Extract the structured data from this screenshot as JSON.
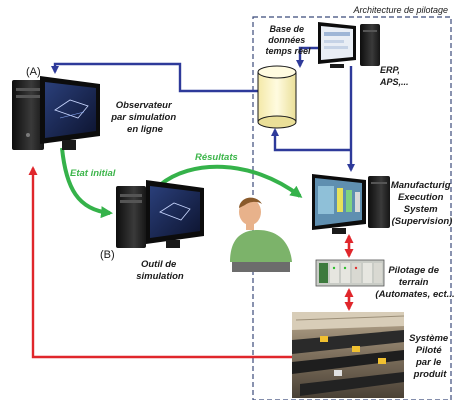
{
  "title": "Architecture de pilotage",
  "nodes": {
    "observateur": {
      "tag": "(A)",
      "lines": [
        "Observateur",
        "par simulation",
        "en ligne"
      ]
    },
    "outil": {
      "tag": "(B)",
      "lines": [
        "Outil de",
        "simulation"
      ]
    },
    "base": {
      "lines": [
        "Base de",
        "données",
        "temps réel"
      ]
    },
    "erp": {
      "lines": [
        "ERP,",
        "APS,..."
      ]
    },
    "mes": {
      "lines": [
        "Manufacturig",
        "Execution",
        "System",
        "(Supervision)"
      ]
    },
    "terrain": {
      "lines": [
        "Pilotage de",
        "terrain",
        "(Automates, ect..."
      ]
    },
    "systeme": {
      "lines": [
        "Système",
        "Piloté",
        "par le",
        "produit"
      ]
    }
  },
  "edges": {
    "etat_initial": "Etat initial",
    "resultats": "Résultats"
  },
  "colors": {
    "blue_link": "#2e3a9a",
    "green_link": "#35b24a",
    "red_link": "#e0262b",
    "dashed_border": "#3b4a7a",
    "db_fill": "#fdf6c8",
    "monitor_screen": "#1b2a55"
  }
}
